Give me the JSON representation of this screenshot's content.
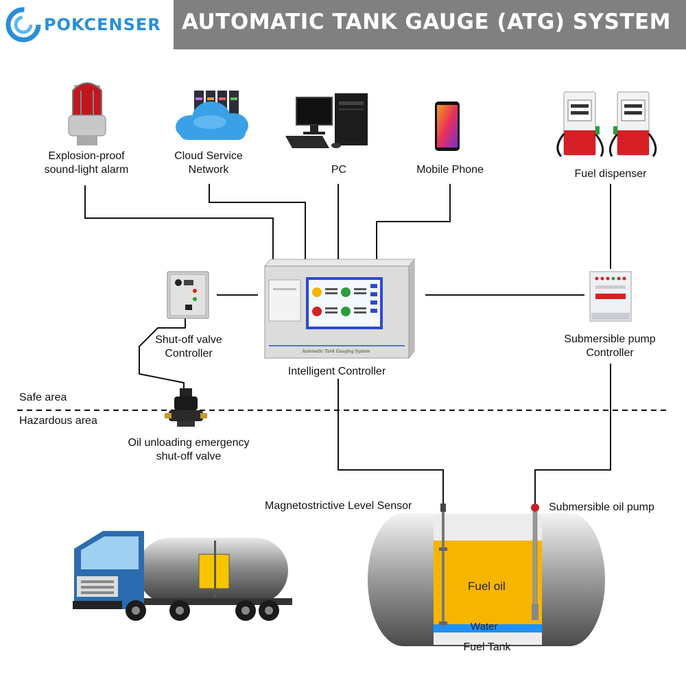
{
  "header": {
    "brand": "POKCENSER",
    "title": "AUTOMATIC TANK GAUGE (ATG) SYSTEM"
  },
  "devices": {
    "alarm": [
      "Explosion-proof",
      "sound-light alarm"
    ],
    "cloud": [
      "Cloud Service",
      "Network"
    ],
    "pc": "PC",
    "mobile": "Mobile Phone",
    "dispenser": "Fuel dispenser",
    "valve_controller": [
      "Shut-off valve",
      "Controller"
    ],
    "controller": "Intelligent Controller",
    "controller_panel_caption": "Automatic Tank Gauging System",
    "pump_controller": [
      "Submersible pump",
      "Controller"
    ],
    "valve": [
      "Oil unloading emergency",
      "shut-off valve"
    ],
    "level_sensor": "Magnetostrictive Level Sensor",
    "oil_pump": "Submersible oil pump"
  },
  "areas": {
    "safe": "Safe area",
    "hazardous": "Hazardous area"
  },
  "tank": {
    "fuel": "Fuel oil",
    "water": "Water",
    "name": "Fuel Tank"
  },
  "colors": {
    "brand_blue": "#2a8fd8",
    "header_gray": "#808080",
    "fuel_yellow": "#f7b500",
    "water_blue": "#1e90ff",
    "truck_blue": "#2b6cb0"
  }
}
